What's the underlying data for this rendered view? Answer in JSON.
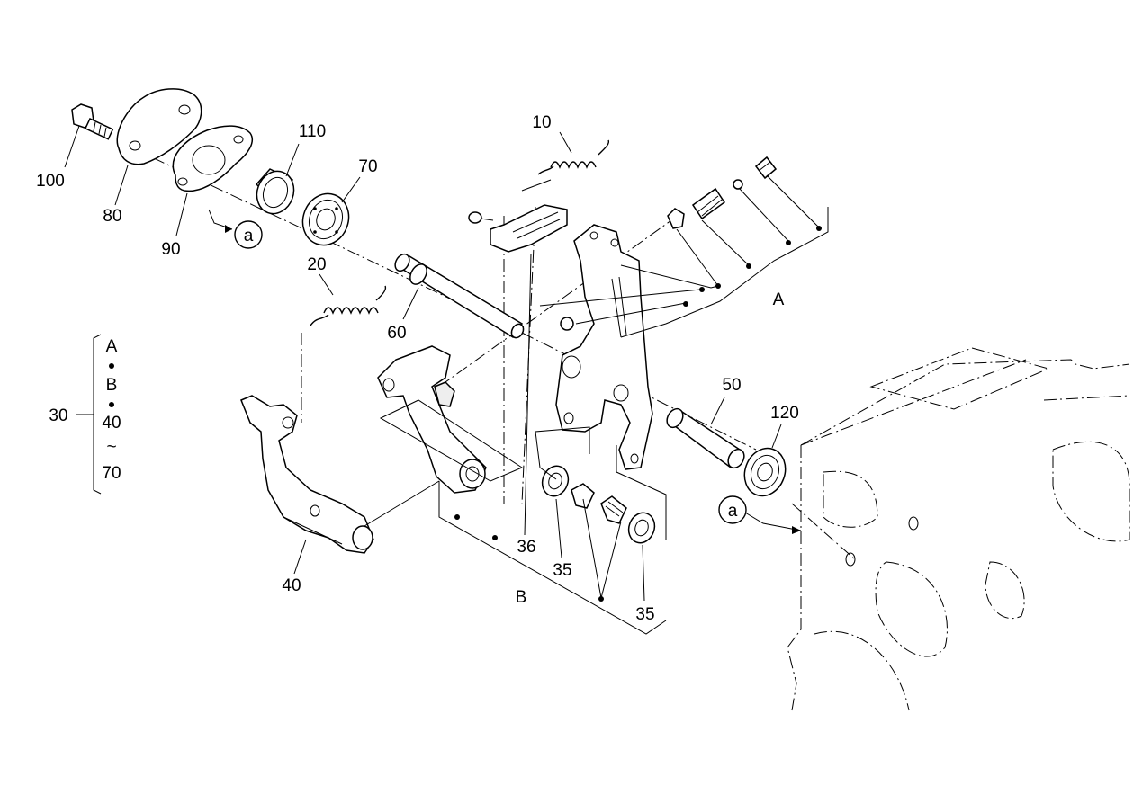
{
  "labels": {
    "p10": "10",
    "p20": "20",
    "p30": "30",
    "p35a": "35",
    "p35b": "35",
    "p36": "36",
    "p40": "40",
    "p50": "50",
    "p60": "60",
    "p70": "70",
    "p80": "80",
    "p90": "90",
    "p100": "100",
    "p110": "110",
    "p120": "120",
    "groupA": "A",
    "groupB": "B",
    "callout_a": "a"
  },
  "kit30": {
    "items": [
      "A",
      "B",
      "40",
      "~",
      "70"
    ]
  }
}
